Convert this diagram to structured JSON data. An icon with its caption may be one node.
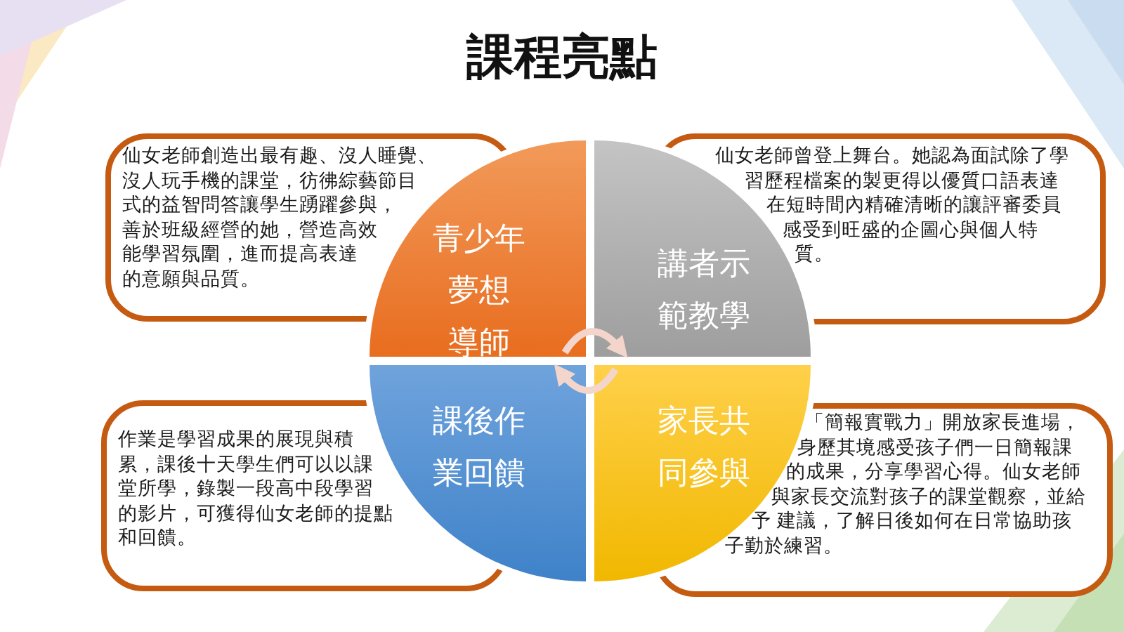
{
  "diagram": {
    "title": "課程亮點",
    "nodes": [
      {
        "text": [
          "仙女老師創造出最有趣、沒人睡覺、沒人玩手機的課堂，彷彿綜藝節目式的益智問答讓學生踴躍參與，善於班級經營的她，營造高效能學習氛圍，進而提高表達的意願與品質。"
        ]
      },
      {
        "text": [
          "仙女老師曾登上舞台。她認為面試除了學習歷程檔案的製更得以優質口語表達在短時間內精確清晰的讓評審委員感受到旺盛的企圖心與個人特質。"
        ]
      },
      {
        "text": [
          "青少年夢想導師"
        ]
      },
      {
        "text": [
          "講者示範教學"
        ]
      },
      {
        "text": [
          "作業是學習成果的展現與積累，課後十天學生們可以以課堂所學，錄製一段高中段學習的影片，可獲得仙女老師的提點和回饋。"
        ]
      },
      {
        "text": [
          "「簡報實戰力」開放家長進場，身歷其境感受孩子們一日簡報課的成果，分享學習心得。仙女老師與家長交流對孩子的課堂觀察，並給予 建議，了解日後如何在日常協助孩子勤於練習。"
        ]
      },
      {
        "text": [
          "課後作業回饋"
        ]
      },
      {
        "text": [
          "家長共同參與"
        ]
      }
    ],
    "edges": [
      {
        "from": 2,
        "to": 3,
        "arrow": "to"
      },
      {
        "from": 7,
        "to": 6,
        "arrow": "to"
      }
    ]
  }
}
